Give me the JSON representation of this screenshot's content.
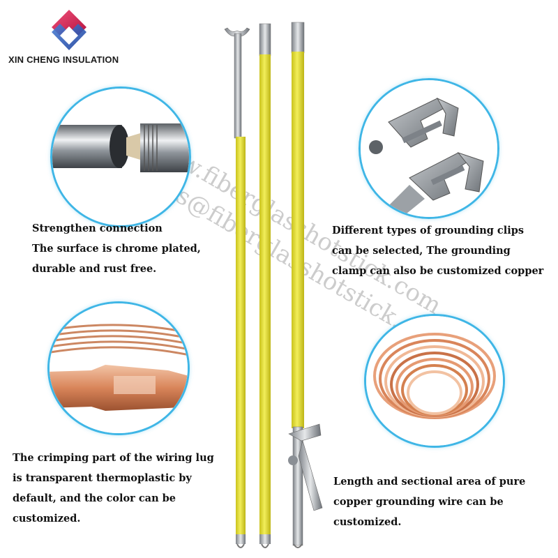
{
  "brand": {
    "name": "XIN CHENG INSULATION"
  },
  "watermark": {
    "line1": "http://www.fiberglasshotstick.com",
    "line2": "E-mail:sales@fiberglasshotstick.com"
  },
  "captions": {
    "connection": {
      "title": "Strengthen connection",
      "line1": "The surface is chrome plated,",
      "line2": "durable and rust free."
    },
    "clips": {
      "line1": "Different types of grounding clips",
      "line2": "can be selected, The grounding",
      "line3": "clamp can also be customized copper"
    },
    "lug": {
      "line1": "The crimping part of the wiring lug",
      "line2": "is transparent thermoplastic by",
      "line3": "default, and the color can be",
      "line4": "customized."
    },
    "wire": {
      "line1": "Length and sectional area of pure",
      "line2": "copper grounding wire can be",
      "line3": "customized."
    }
  },
  "colors": {
    "stick_yellow": "#e8e23a",
    "bubble_border": "#3fb6e6",
    "copper": "#d9855a",
    "chrome": "#9aa0a6"
  }
}
